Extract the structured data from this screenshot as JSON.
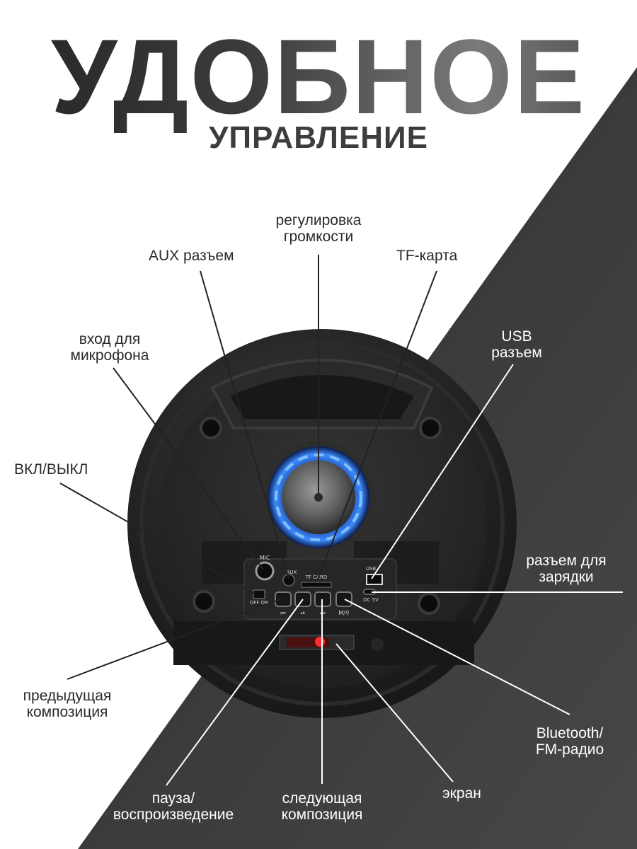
{
  "title": {
    "main": "УДОБНОЕ",
    "sub": "УПРАВЛЕНИЕ"
  },
  "colors": {
    "background": "#ffffff",
    "dark_panel": "#3e3e3e",
    "speaker_body": "#1f1f1f",
    "knob_glow": "#3d8cff",
    "display_red": "#ff2b2b",
    "callout_dark": "#222222",
    "callout_light": "#ffffff"
  },
  "labels": {
    "volume": "регулировка\nгромкости",
    "aux": "AUX разъем",
    "tf": "TF-карта",
    "mic": "вход для\nмикрофона",
    "usb": "USB\nразъем",
    "power": "ВКЛ/ВЫКЛ",
    "charge": "разъем для\nзарядки",
    "prev": "предыдущая\nкомпозиция",
    "bt": "Bluetooth/\nFM-радио",
    "pause": "пауза/\nвоспроизведение",
    "next": "следующая\nкомпозиция",
    "screen": "экран"
  },
  "panel": {
    "mic": "MIC",
    "aux": "AUX",
    "tf": "TF CARD",
    "usb": "USB",
    "dc": "DC 5V",
    "offon": "OFF ON",
    "mode": "M/⚲"
  },
  "icons": {
    "prev": "prev-track-icon",
    "play": "play-pause-icon",
    "next": "next-track-icon"
  }
}
